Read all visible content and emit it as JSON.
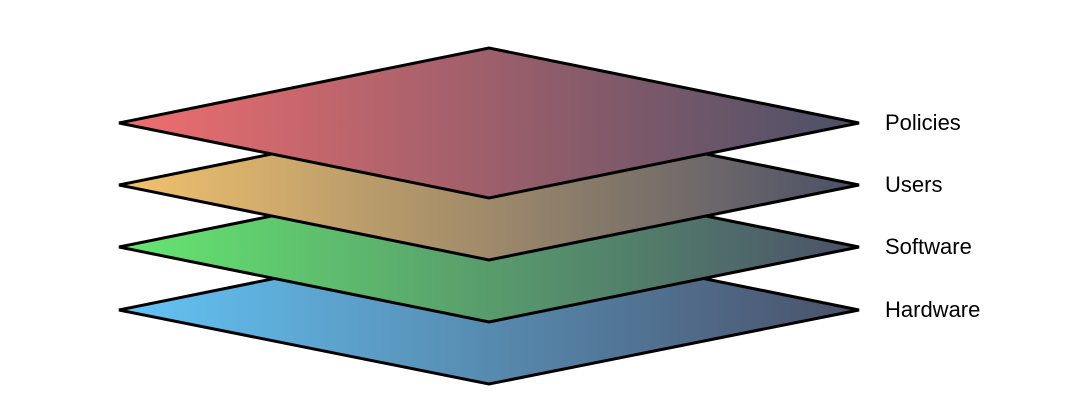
{
  "diagram": {
    "type": "layered-stack",
    "layers": [
      {
        "label": "Hardware",
        "color_left": "#63c5f7",
        "color_right": "#4a5068"
      },
      {
        "label": "Software",
        "color_left": "#66e870",
        "color_right": "#4a5068"
      },
      {
        "label": "Users",
        "color_left": "#f3c36c",
        "color_right": "#4a5068"
      },
      {
        "label": "Policies",
        "color_left": "#f06e6e",
        "color_right": "#4a5068"
      }
    ],
    "outline_color": "#000000"
  }
}
